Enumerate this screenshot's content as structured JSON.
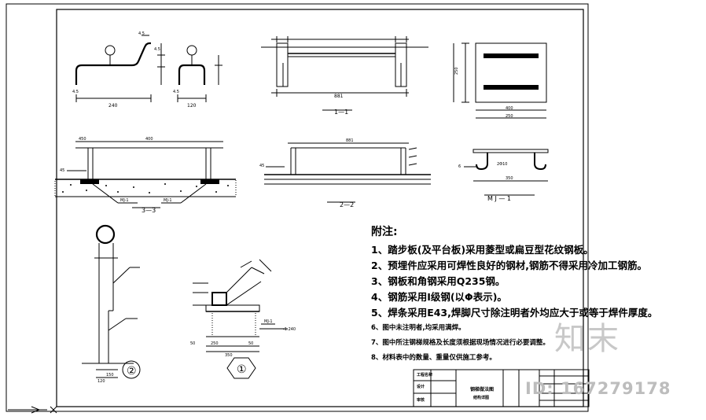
{
  "drawing": {
    "views": {
      "section_1_1": "1—1",
      "section_2_2": "2—2",
      "section_3_3": "3—3",
      "part_mj1": "M J — 1"
    },
    "detail_numbers": [
      "①",
      "②"
    ],
    "labels": {
      "mj1_ref_a": "MJ-1",
      "mj1_ref_b": "MJ-1",
      "mj1_ref_c": "MJ-1",
      "elevation": "-1.240",
      "dim_240": "240",
      "dim_120": "120",
      "dim_881": "881",
      "dim_250": "250",
      "dim_250b": "250",
      "dim_400": "400",
      "dim_450": "450",
      "dim_350": "350",
      "dim_150": "150",
      "dim_50": "50"
    }
  },
  "notes": {
    "title": "附注:",
    "items": [
      "1、踏步板(及平台板)采用菱型或扁豆型花纹钢板。",
      "2、预埋件应采用可焊性良好的钢材,钢筋不得采用冷加工钢筋。",
      "3、钢板和角钢采用Q235钢。",
      "4、钢筋采用Ⅰ级钢(以Φ表示)。",
      "5、焊条采用E43,焊脚尺寸除注明者外均应大于或等于焊件厚度。"
    ],
    "small_items": [
      "6、图中未注明者,均采用满焊。",
      "7、图中所注钢梯规格及长度须根据现场情况进行必要调整。",
      "8、材料表中的数量、重量仅供施工参考。"
    ]
  },
  "title_block": {
    "name_line1": "钢梯做法图",
    "name_line2": "结构详图",
    "left_labels": [
      "工程名称",
      "设计",
      "审核"
    ]
  },
  "watermark": {
    "logo": "知末",
    "id": "ID: 167279178"
  }
}
